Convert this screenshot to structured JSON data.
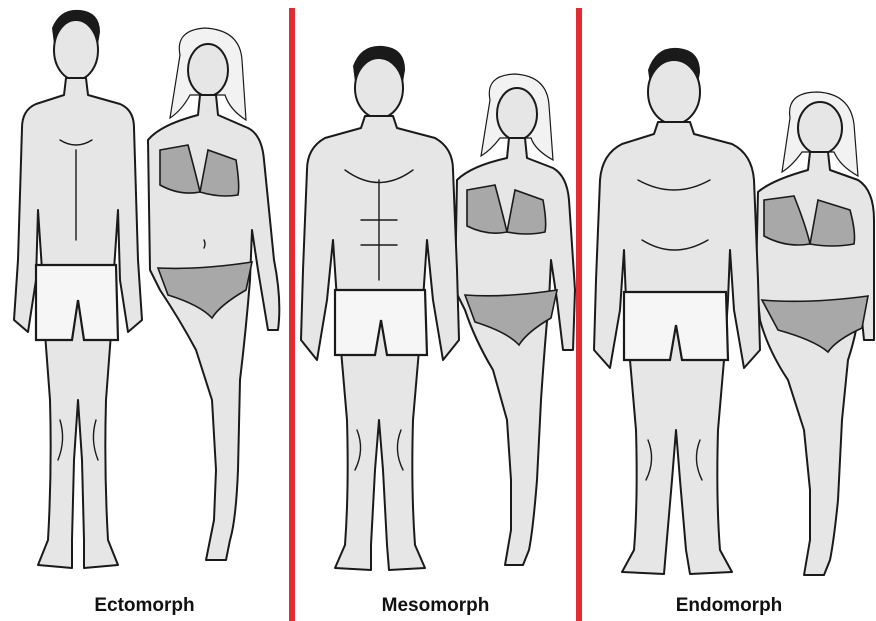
{
  "panels": [
    {
      "label": "Ectomorph"
    },
    {
      "label": "Mesomorph"
    },
    {
      "label": "Endomorph"
    }
  ],
  "colors": {
    "divider": "#e32b33",
    "bikini": "#a8a8a8",
    "skin": "#e6e6e6"
  }
}
